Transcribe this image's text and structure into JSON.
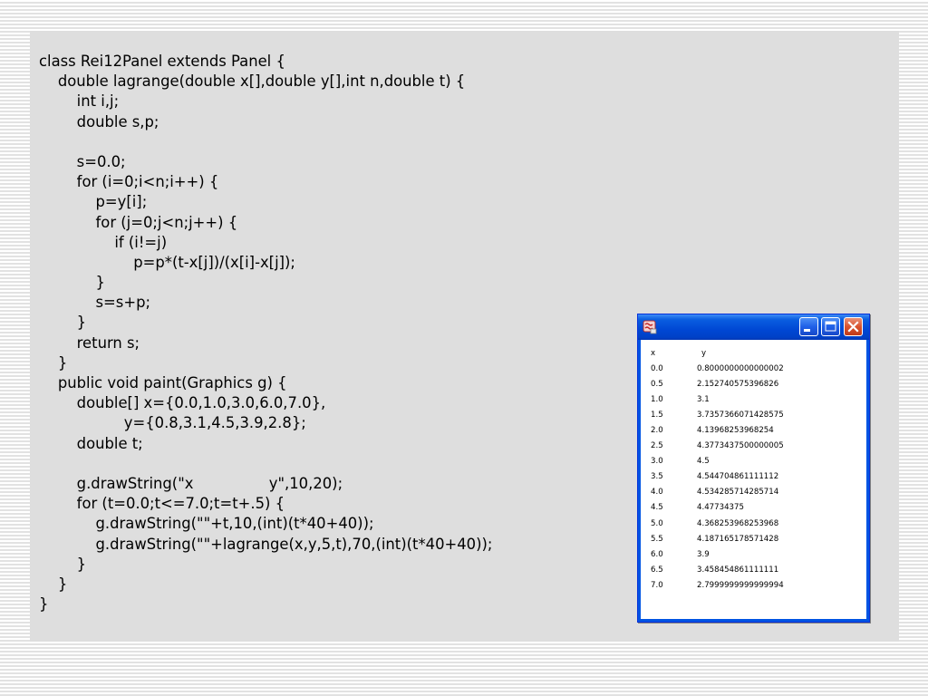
{
  "code_lines": [
    "class Rei12Panel extends Panel {",
    "    double lagrange(double x[],double y[],int n,double t) {",
    "        int i,j;",
    "        double s,p;",
    "",
    "        s=0.0;",
    "        for (i=0;i<n;i++) {",
    "            p=y[i];",
    "            for (j=0;j<n;j++) {",
    "                if (i!=j)",
    "                    p=p*(t-x[j])/(x[i]-x[j]);",
    "            }",
    "            s=s+p;",
    "        }",
    "        return s;",
    "    }",
    "    public void paint(Graphics g) {",
    "        double[] x={0.0,1.0,3.0,6.0,7.0},",
    "                  y={0.8,3.1,4.5,3.9,2.8};",
    "        double t;",
    "",
    "        g.drawString(\"x                y\",10,20);",
    "        for (t=0.0;t<=7.0;t=t+.5) {",
    "            g.drawString(\"\"+t,10,(int)(t*40+40));",
    "            g.drawString(\"\"+lagrange(x,y,5,t),70,(int)(t*40+40));",
    "        }",
    "    }",
    "}"
  ],
  "app_window": {
    "icons": {
      "app": "java-coffee-icon",
      "minimize": "minimize-icon",
      "maximize": "maximize-icon",
      "close": "close-icon"
    },
    "colors": {
      "title_bar": "#0054e3",
      "close_button": "#d9542f",
      "client_background": "#ffffff"
    },
    "header": {
      "x": "x",
      "y": "y"
    },
    "rows": [
      {
        "x": "0.0",
        "y": "0.8000000000000002"
      },
      {
        "x": "0.5",
        "y": "2.152740575396826"
      },
      {
        "x": "1.0",
        "y": "3.1"
      },
      {
        "x": "1.5",
        "y": "3.7357366071428575"
      },
      {
        "x": "2.0",
        "y": "4.13968253968254"
      },
      {
        "x": "2.5",
        "y": "4.3773437500000005"
      },
      {
        "x": "3.0",
        "y": "4.5"
      },
      {
        "x": "3.5",
        "y": "4.544704861111112"
      },
      {
        "x": "4.0",
        "y": "4.534285714285714"
      },
      {
        "x": "4.5",
        "y": "4.47734375"
      },
      {
        "x": "5.0",
        "y": "4.368253968253968"
      },
      {
        "x": "5.5",
        "y": "4.187165178571428"
      },
      {
        "x": "6.0",
        "y": "3.9"
      },
      {
        "x": "6.5",
        "y": "3.458454861111111"
      },
      {
        "x": "7.0",
        "y": "2.7999999999999994"
      }
    ]
  }
}
